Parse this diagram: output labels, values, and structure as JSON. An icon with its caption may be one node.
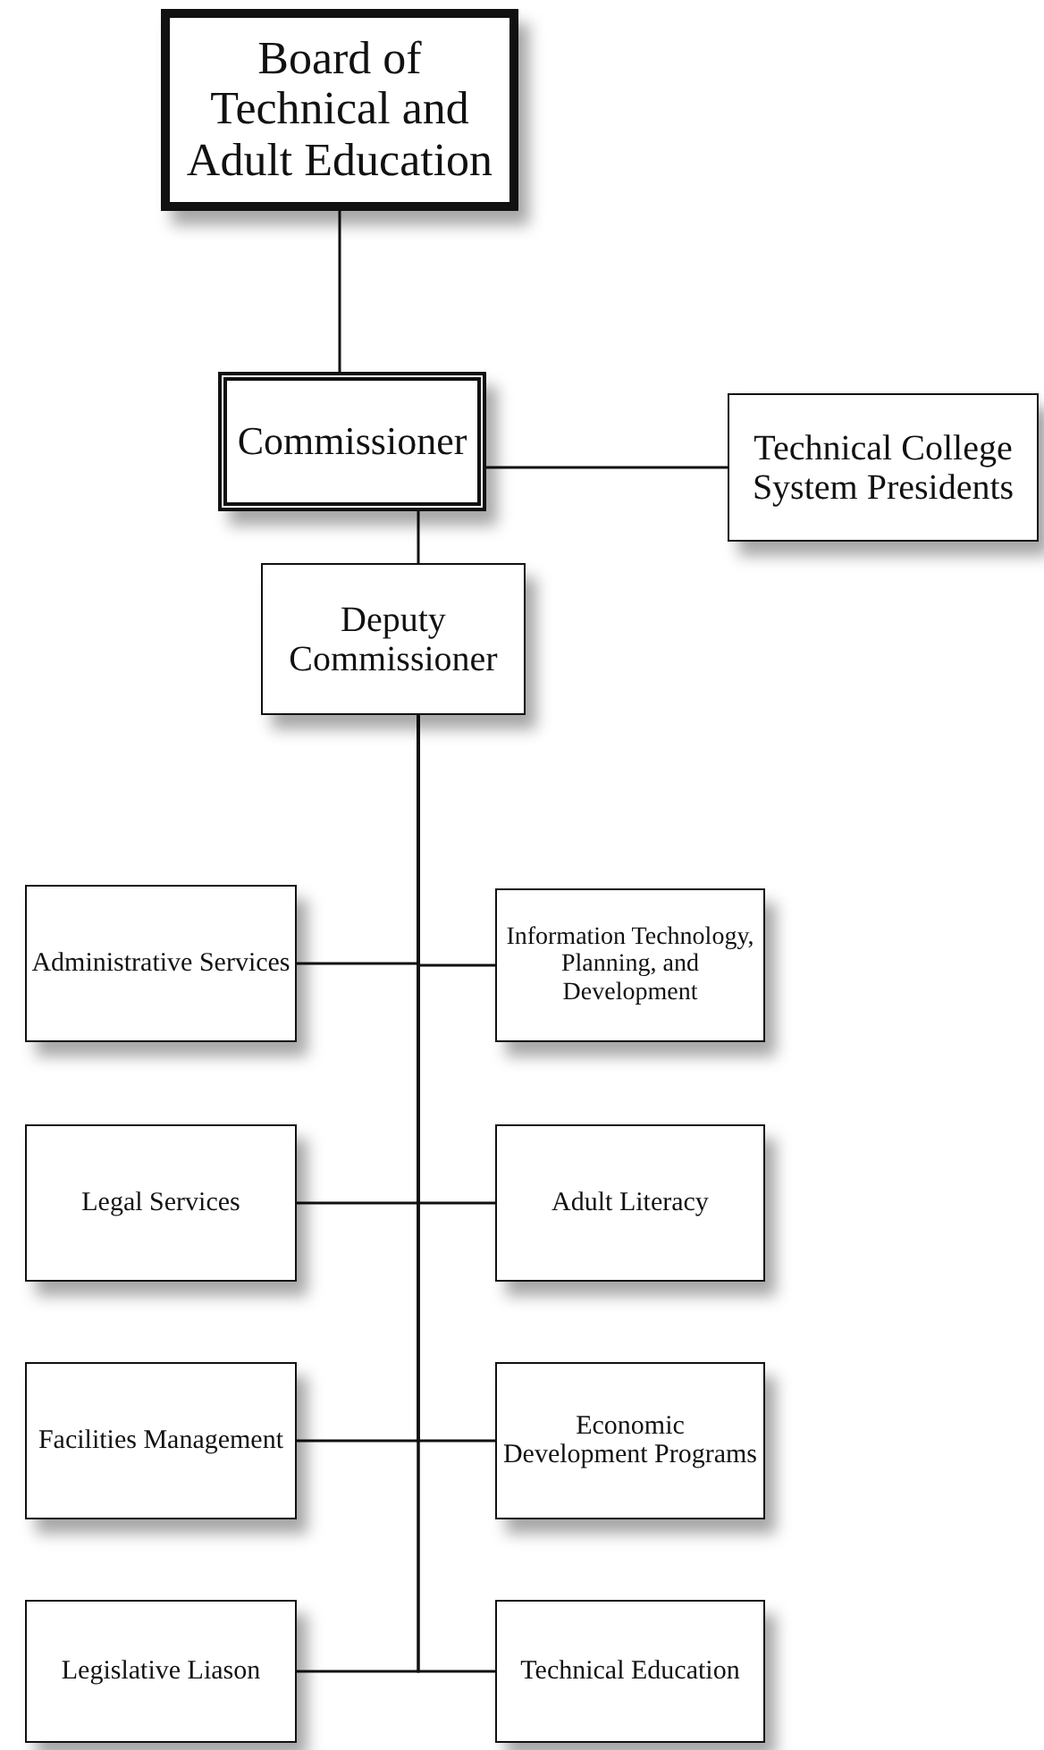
{
  "diagram": {
    "nodes": [
      {
        "text": [
          "Board of Technical and Adult Education"
        ]
      },
      {
        "text": [
          "Commissioner"
        ]
      },
      {
        "text": [
          "Technical College System Presidents"
        ]
      },
      {
        "text": [
          "Deputy Commissioner"
        ]
      },
      {
        "text": [
          "Administrative Services"
        ]
      },
      {
        "text": [
          "Information Technology, Planning, and Development"
        ]
      },
      {
        "text": [
          "Legal Services"
        ]
      },
      {
        "text": [
          "Adult Literacy"
        ]
      },
      {
        "text": [
          "Facilities Management"
        ]
      },
      {
        "text": [
          "Economic Development Programs"
        ]
      },
      {
        "text": [
          "Legislative Liason"
        ]
      },
      {
        "text": [
          "Technical Education"
        ]
      }
    ],
    "edges": [
      {
        "from": 0,
        "to": 1,
        "arrow": "none"
      },
      {
        "from": 1,
        "to": 2,
        "arrow": "none"
      },
      {
        "from": 1,
        "to": 3,
        "arrow": "none"
      },
      {
        "from": 3,
        "to": 4,
        "arrow": "none"
      },
      {
        "from": 3,
        "to": 5,
        "arrow": "none"
      },
      {
        "from": 3,
        "to": 6,
        "arrow": "none"
      },
      {
        "from": 3,
        "to": 7,
        "arrow": "none"
      },
      {
        "from": 3,
        "to": 8,
        "arrow": "none"
      },
      {
        "from": 3,
        "to": 9,
        "arrow": "none"
      },
      {
        "from": 3,
        "to": 10,
        "arrow": "none"
      },
      {
        "from": 3,
        "to": 11,
        "arrow": "none"
      }
    ]
  }
}
